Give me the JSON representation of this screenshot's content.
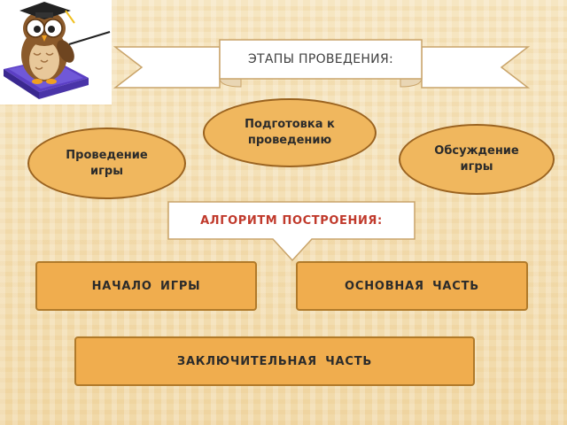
{
  "title": "ЭТАПЫ ПРОВЕДЕНИЯ:",
  "stages": {
    "preparation": "Подготовка к проведению",
    "conduct": "Проведение игры",
    "discussion": "Обсуждение игры"
  },
  "algorithm": {
    "heading": "АЛГОРИТМ ПОСТРОЕНИЯ:",
    "start": "НАЧАЛО  ИГРЫ",
    "main": "ОСНОВНАЯ  ЧАСТЬ",
    "final": "ЗАКЛЮЧИТЕЛЬНАЯ  ЧАСТЬ"
  },
  "colors": {
    "oval_fill": "#f0b75e",
    "box_fill": "#f0ad4e",
    "heading_red": "#c0392b"
  },
  "icons": [
    "owl-teacher-icon"
  ]
}
